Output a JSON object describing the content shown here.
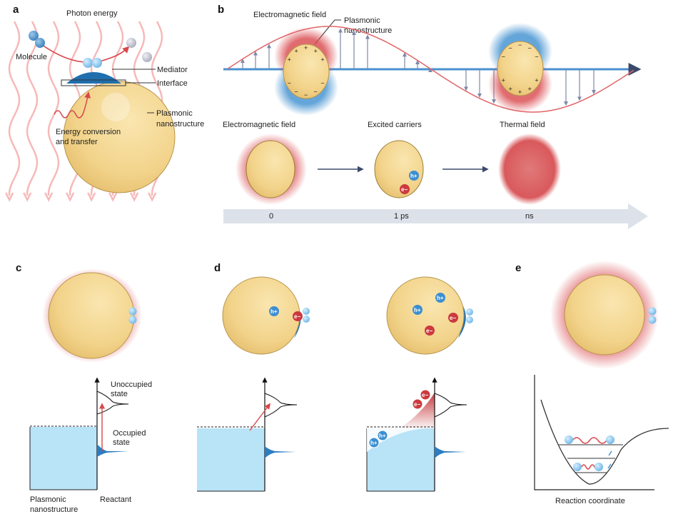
{
  "panels": {
    "a": {
      "label": "a",
      "photon_energy": "Photon energy",
      "molecule": "Molecule",
      "mediator": "Mediator",
      "interface": "Interface",
      "plasmonic_1": "Plasmonic",
      "plasmonic_2": "nanostructure",
      "energy_1": "Energy conversion",
      "energy_2": "and transfer"
    },
    "b": {
      "label": "b",
      "em_field": "Electromagnetic field",
      "plasmonic_1": "Plasmonic",
      "plasmonic_2": "nanostructure",
      "stage1": "Electromagnetic field",
      "stage2": "Excited carriers",
      "stage3": "Thermal field",
      "time1": "0",
      "time2": "1 ps",
      "time3": "ns",
      "hole": "h+",
      "electron": "e−",
      "plus": "+",
      "minus": "−"
    },
    "c": {
      "label": "c",
      "unoccupied_1": "Unoccupied",
      "unoccupied_2": "state",
      "occupied_1": "Occupied",
      "occupied_2": "state",
      "plasmonic_1": "Plasmonic",
      "plasmonic_2": "nanostructure",
      "reactant": "Reactant"
    },
    "d": {
      "label": "d",
      "hole": "h+",
      "electron": "e−"
    },
    "e": {
      "label": "e",
      "reaction_coordinate": "Reaction coordinate"
    }
  },
  "colors": {
    "gold": "#f2d38a",
    "gold_edge": "#b8954a",
    "blue": "#1f6fae",
    "light_blue": "#b9e3f7",
    "red": "#d9474c",
    "wave_pink": "#f6b9b9",
    "carrier_blue": "#3d8fd0",
    "carrier_red": "#cc3a3f",
    "timeline": "#dde2ea"
  }
}
